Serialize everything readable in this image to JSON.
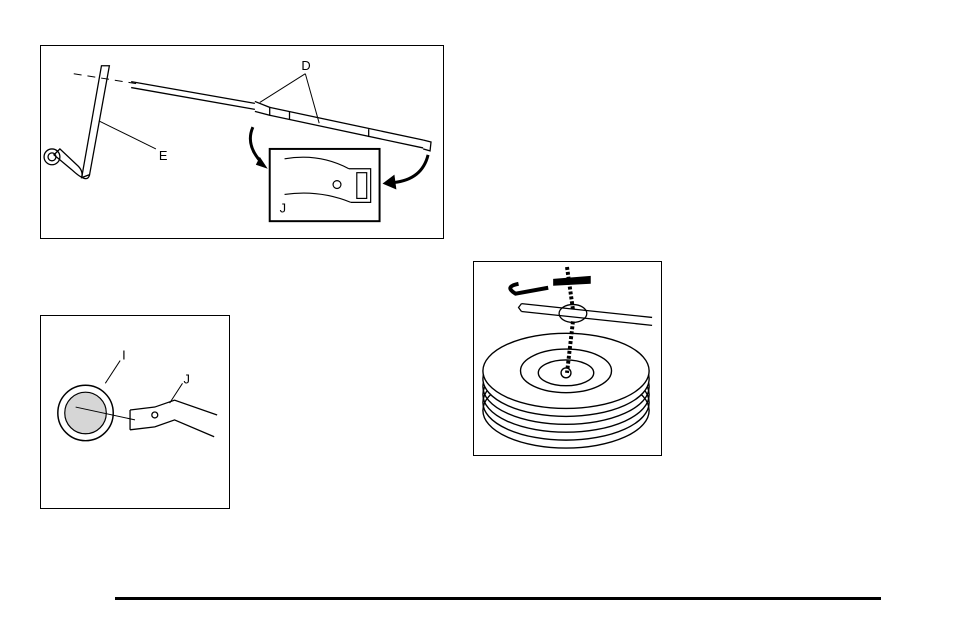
{
  "figures": {
    "jack_assembly": {
      "labels": {
        "d": "D",
        "e": "E",
        "j": "J"
      }
    },
    "tire_carrier_access": {
      "labels": {
        "i": "I",
        "j": "J"
      }
    },
    "spare_tire_lowering": {
      "labels": {}
    }
  }
}
